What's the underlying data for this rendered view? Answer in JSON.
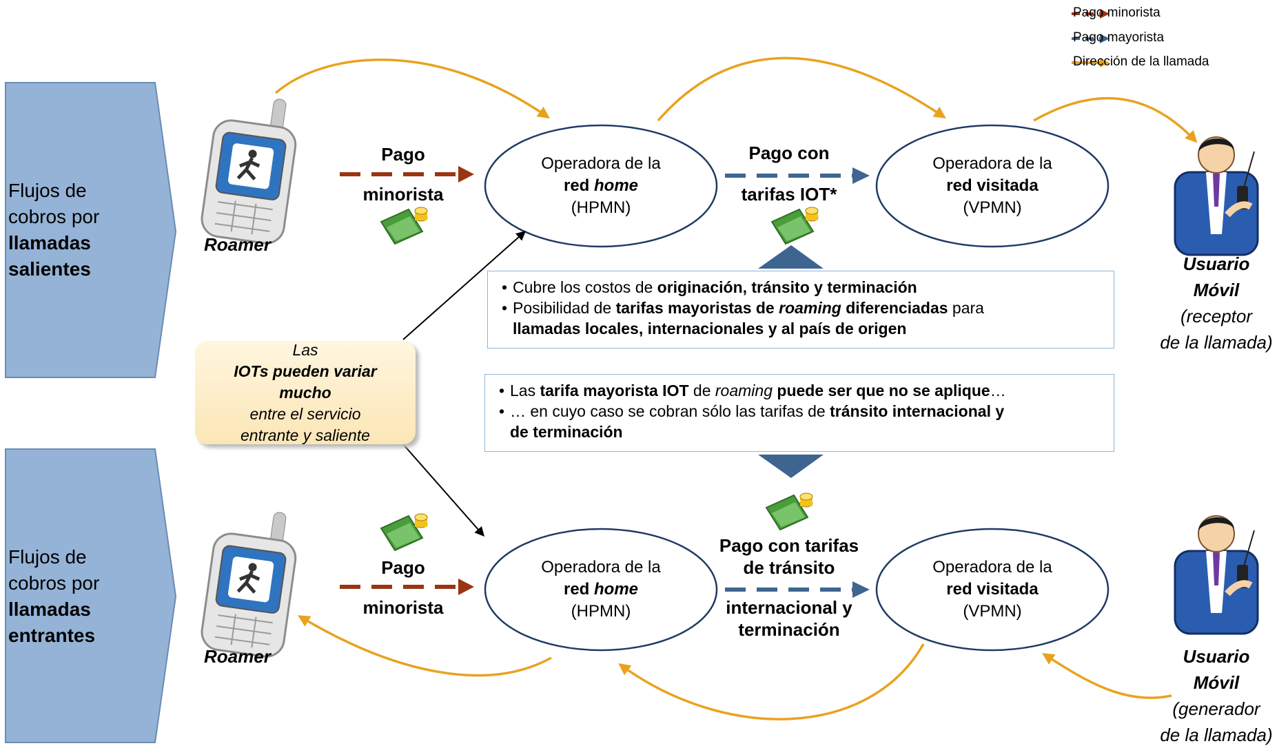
{
  "legend": {
    "retail": "Pago  minorista",
    "wholesale": "Pago  mayorista",
    "call_direction": "Dirección de la llamada"
  },
  "colors": {
    "retail_arrow": "#9b3412",
    "wholesale_arrow": "#3f6590",
    "call_arrow": "#e9a21e",
    "side_panel": "#95b3d7",
    "ellipse_border": "#1f3a64",
    "triangle": "#3e6490",
    "box_border": "#8eb4d8",
    "note_bg": "#fbe6b6"
  },
  "outgoing": {
    "panel_label": {
      "line1": "Flujos de",
      "line2": "cobros por",
      "line3": "llamadas",
      "line4": "salientes"
    },
    "roamer": "Roamer",
    "retail_payment": {
      "line1": "Pago",
      "line2": "minorista"
    },
    "home_operator": {
      "line1": "Operadora de la",
      "line2_prefix": "red ",
      "line2_italic": "home",
      "line3": "(HPMN)"
    },
    "wholesale_payment": {
      "line1": "Pago con",
      "line2": "tarifas IOT*"
    },
    "visited_operator": {
      "line1": "Operadora de la",
      "line2": "red visitada",
      "line3": "(VPMN)"
    },
    "mobile_user": {
      "line1": "Usuario",
      "line2": "Móvil",
      "line3": "(receptor",
      "line4": "de la llamada)"
    }
  },
  "incoming": {
    "panel_label": {
      "line1": "Flujos de",
      "line2": "cobros por",
      "line3": "llamadas",
      "line4": "entrantes"
    },
    "roamer": "Roamer",
    "retail_payment": {
      "line1": "Pago",
      "line2": "minorista"
    },
    "home_operator": {
      "line1": "Operadora de la",
      "line2_prefix": "red ",
      "line2_italic": "home",
      "line3": "(HPMN)"
    },
    "wholesale_payment": {
      "line1": "Pago con tarifas",
      "line2": "de tránsito",
      "line3": "internacional y",
      "line4": "terminación"
    },
    "visited_operator": {
      "line1": "Operadora de la",
      "line2": "red visitada",
      "line3": "(VPMN)"
    },
    "mobile_user": {
      "line1": "Usuario",
      "line2": "Móvil",
      "line3": "(generador",
      "line4": "de la llamada)"
    }
  },
  "iot_box": {
    "b1": {
      "t1": "Cubre los costos de ",
      "t2": "originación, tránsito y terminación"
    },
    "b2": {
      "t1": "Posibilidad de ",
      "t2": "tarifas mayoristas de ",
      "t3": "roaming",
      "t4": " diferenciadas",
      "t5": " para",
      "t6": "llamadas locales, internacionales y al país de origen"
    }
  },
  "transit_box": {
    "b1": {
      "t1": "Las ",
      "t2": "tarifa mayorista IOT",
      "t3": " de ",
      "t4": "roaming",
      "t5": " puede ser que no se aplique",
      "t6": "…"
    },
    "b2": {
      "t1": "… en cuyo caso se cobran sólo las tarifas de ",
      "t2": "tránsito internacional y",
      "t3": "de terminación"
    }
  },
  "note": {
    "t1": "Las ",
    "t2": "IOTs pueden variar",
    "t3": "mucho",
    "t4": " entre el servicio",
    "t5": "entrante y saliente"
  }
}
